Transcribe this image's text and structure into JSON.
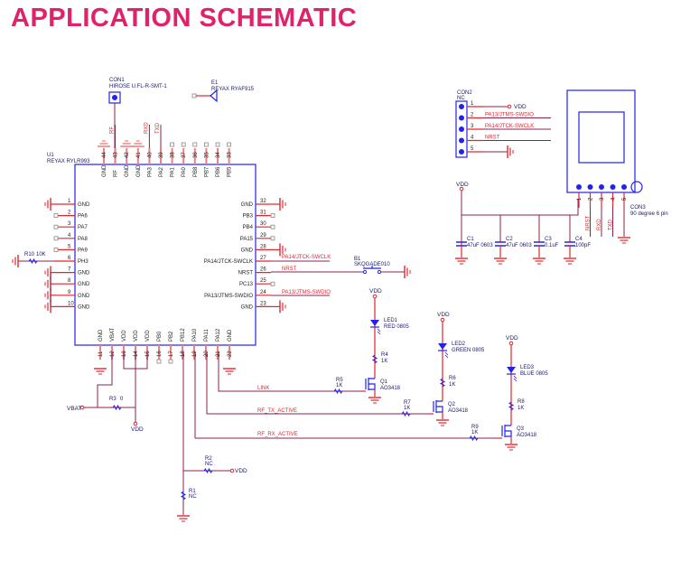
{
  "title": "APPLICATION SCHEMATIC",
  "u1": {
    "ref": "U1",
    "part": "REYAX RYLR993"
  },
  "con1": {
    "ref": "CON1",
    "part": "HIROSE U.FL-R-SMT-1"
  },
  "e1": {
    "ref": "E1",
    "part": "REYAX RYAF915"
  },
  "con2": {
    "ref": "CON2",
    "part": "NC",
    "pins": [
      {
        "num": "1",
        "net": "VDD"
      },
      {
        "num": "2",
        "net": "PA13/JTMS-SWDIO"
      },
      {
        "num": "3",
        "net": "PA14/JTCK-SWCLK"
      },
      {
        "num": "4",
        "net": "NRST"
      },
      {
        "num": "5",
        "net": ""
      }
    ]
  },
  "con3": {
    "ref": "CON3",
    "part": "90 degree 6 pin",
    "pins": [
      {
        "num": "1",
        "net": ""
      },
      {
        "num": "2",
        "net": "NRST"
      },
      {
        "num": "3",
        "net": "RXD"
      },
      {
        "num": "4",
        "net": "TXD"
      },
      {
        "num": "5",
        "net": ""
      }
    ]
  },
  "top_pins": [
    {
      "num": "44",
      "name": "GND",
      "net": ""
    },
    {
      "num": "43",
      "name": "RF",
      "net": "RF"
    },
    {
      "num": "42",
      "name": "GND",
      "net": ""
    },
    {
      "num": "41",
      "name": "GND",
      "net": ""
    },
    {
      "num": "40",
      "name": "PA3",
      "net": "RXD"
    },
    {
      "num": "39",
      "name": "PA2",
      "net": "TXD"
    },
    {
      "num": "38",
      "name": "PA1",
      "net": ""
    },
    {
      "num": "37",
      "name": "PA0",
      "net": ""
    },
    {
      "num": "36",
      "name": "PB8",
      "net": ""
    },
    {
      "num": "35",
      "name": "PB7",
      "net": ""
    },
    {
      "num": "34",
      "name": "PB6",
      "net": ""
    },
    {
      "num": "33",
      "name": "PB5",
      "net": ""
    }
  ],
  "left_pins": [
    {
      "num": "1",
      "name": "GND"
    },
    {
      "num": "2",
      "name": "PA6"
    },
    {
      "num": "3",
      "name": "PA7"
    },
    {
      "num": "4",
      "name": "PA8"
    },
    {
      "num": "5",
      "name": "PA9"
    },
    {
      "num": "6",
      "name": "PH3"
    },
    {
      "num": "7",
      "name": "GND"
    },
    {
      "num": "8",
      "name": "GND"
    },
    {
      "num": "9",
      "name": "GND"
    },
    {
      "num": "10",
      "name": "GND"
    }
  ],
  "right_pins": [
    {
      "num": "32",
      "name": "GND",
      "net": ""
    },
    {
      "num": "31",
      "name": "PB3",
      "net": ""
    },
    {
      "num": "30",
      "name": "PB4",
      "net": ""
    },
    {
      "num": "29",
      "name": "PA15",
      "net": ""
    },
    {
      "num": "28",
      "name": "GND",
      "net": ""
    },
    {
      "num": "27",
      "name": "PA14/JTCK-SWCLK",
      "net": "PA14/JTCK-SWCLK"
    },
    {
      "num": "26",
      "name": "NRST",
      "net": "NRST"
    },
    {
      "num": "25",
      "name": "PC13",
      "net": ""
    },
    {
      "num": "24",
      "name": "PA13/JTMS-SWDIO",
      "net": "PA13/JTMS-SWDIO"
    },
    {
      "num": "23",
      "name": "GND",
      "net": ""
    }
  ],
  "bottom_pins": [
    {
      "num": "11",
      "name": "GND"
    },
    {
      "num": "12",
      "name": "VBAT"
    },
    {
      "num": "13",
      "name": "VDD"
    },
    {
      "num": "14",
      "name": "VDD"
    },
    {
      "num": "15",
      "name": "VDD"
    },
    {
      "num": "16",
      "name": "PB0"
    },
    {
      "num": "17",
      "name": "PB2"
    },
    {
      "num": "18",
      "name": "PB12"
    },
    {
      "num": "19",
      "name": "PA10"
    },
    {
      "num": "20",
      "name": "PA11"
    },
    {
      "num": "21",
      "name": "PA12"
    },
    {
      "num": "22",
      "name": "GND"
    }
  ],
  "r10": {
    "ref": "R10",
    "value": "10K"
  },
  "r3": {
    "ref": "R3",
    "value": "0"
  },
  "r1": {
    "ref": "R1",
    "value": "NC"
  },
  "r2": {
    "ref": "R2",
    "value": "NC"
  },
  "b1": {
    "ref": "B1",
    "part": "SKQGADE010"
  },
  "leds": [
    {
      "ref": "LED1",
      "part": "RED 0805",
      "r_series": "R4",
      "r_series_val": "1K",
      "r_gate": "R5",
      "r_gate_val": "1K",
      "q": "Q1",
      "q_part": "AO3418",
      "net": "LINK"
    },
    {
      "ref": "LED2",
      "part": "GREEN 0805",
      "r_series": "R6",
      "r_series_val": "1K",
      "r_gate": "R7",
      "r_gate_val": "1K",
      "q": "Q2",
      "q_part": "AO3418",
      "net": "RF_TX_ACTIVE"
    },
    {
      "ref": "LED3",
      "part": "BLUE 0805",
      "r_series": "R8",
      "r_series_val": "1K",
      "r_gate": "R9",
      "r_gate_val": "1K",
      "q": "Q3",
      "q_part": "AO3418",
      "net": "RF_RX_ACTIVE"
    }
  ],
  "caps": [
    {
      "ref": "C1",
      "value": "47uF 0603"
    },
    {
      "ref": "C2",
      "value": "47uF 0603"
    },
    {
      "ref": "C3",
      "value": "0.1uF"
    },
    {
      "ref": "C4",
      "value": "100pF"
    }
  ],
  "nets": {
    "vdd": "VDD",
    "vbat": "VBAT",
    "nrst": "NRST",
    "rxd": "RXD",
    "txd": "TXD",
    "rf": "RF",
    "swclk": "PA14/JTCK-SWCLK",
    "swdio": "PA13/JTMS-SWDIO"
  },
  "colors": {
    "title": "#e0226b",
    "wire": "#8b2252",
    "net": "#e0262e",
    "part": "#2222ee"
  }
}
